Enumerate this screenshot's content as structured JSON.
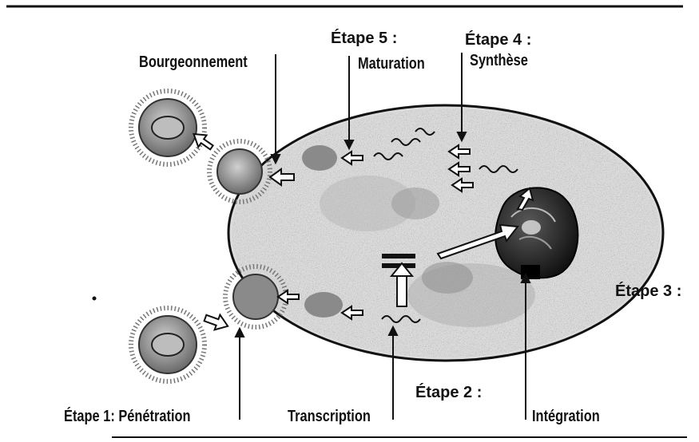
{
  "labels": {
    "bourgeonnement": "Bourgeonnement",
    "etape5": "Étape 5 :",
    "maturation": "Maturation",
    "etape4": "Étape 4 :",
    "synthese": "Synthèse",
    "etape3": "Étape 3 :",
    "etape2": "Étape 2 :",
    "etape1_penetration": "Étape 1: Pénétration",
    "transcription": "Transcription",
    "integration": "Intégration"
  },
  "colors": {
    "line": "#1a1a1a",
    "cell_fill": "#d9d9d9",
    "cell_speckle": "#8f8f8f",
    "nucleus": "#2b2b2b",
    "virus": "#9a9a9a",
    "arrow_fill": "#ffffff"
  }
}
